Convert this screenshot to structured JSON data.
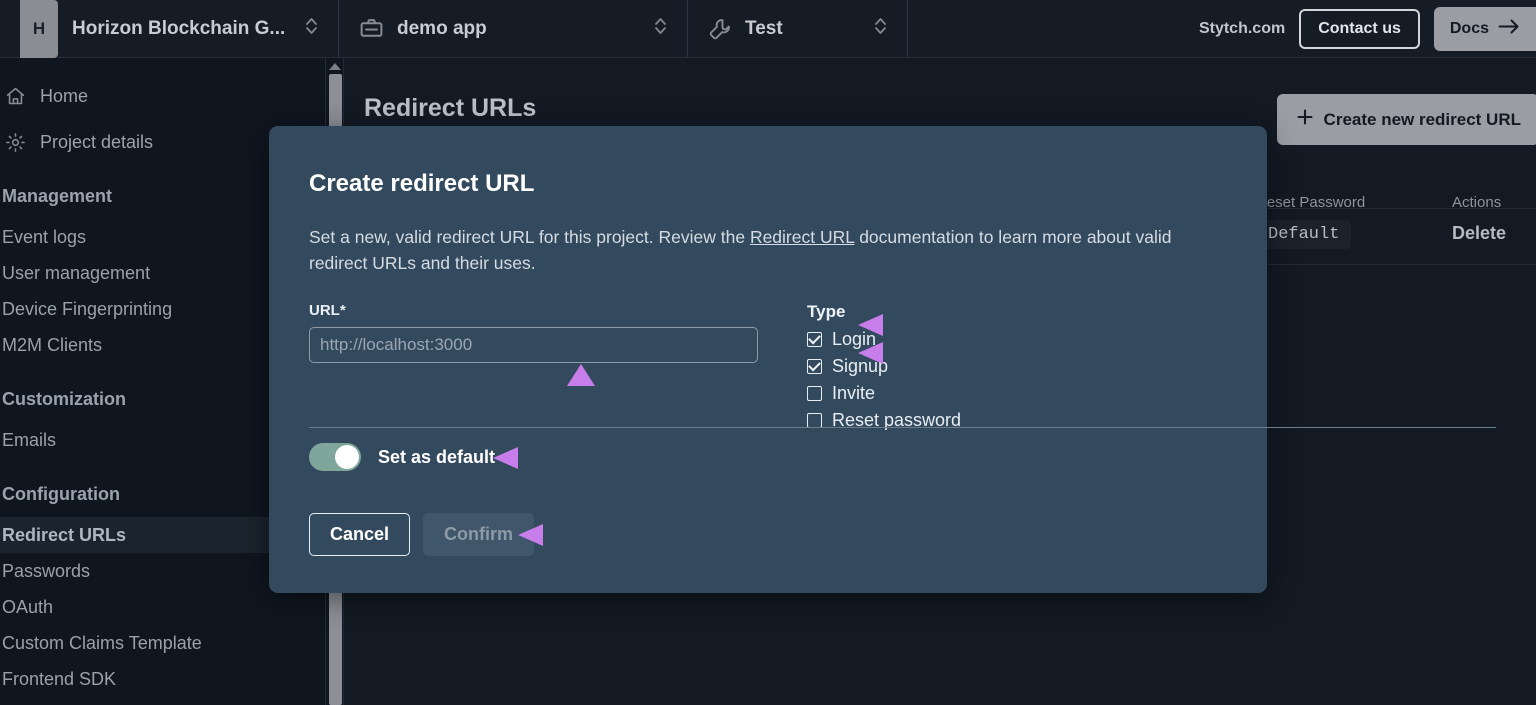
{
  "topbar": {
    "logo_initial": "H",
    "project_name": "Horizon Blockchain G...",
    "app_name": "demo app",
    "environment": "Test",
    "stytch_link": "Stytch.com",
    "contact_label": "Contact us",
    "docs_label": "Docs"
  },
  "sidebar": {
    "primary": [
      {
        "label": "Home",
        "icon": "home-icon"
      },
      {
        "label": "Project details",
        "icon": "gear-icon"
      }
    ],
    "sections": [
      {
        "title": "Management",
        "items": [
          "Event logs",
          "User management",
          "Device Fingerprinting",
          "M2M Clients"
        ]
      },
      {
        "title": "Customization",
        "items": [
          "Emails"
        ]
      },
      {
        "title": "Configuration",
        "items": [
          "Redirect URLs",
          "Passwords",
          "OAuth",
          "Custom Claims Template",
          "Frontend SDK"
        ]
      }
    ],
    "active_item": "Redirect URLs"
  },
  "main": {
    "page_title": "Redirect URLs",
    "create_button": "Create new redirect URL",
    "table": {
      "headers": [
        "Reset Password",
        "Actions"
      ],
      "rows": [
        {
          "reset_password": "Default",
          "action": "Delete"
        }
      ]
    }
  },
  "modal": {
    "title": "Create redirect URL",
    "description_before": "Set a new, valid redirect URL for this project. Review the ",
    "description_link": "Redirect URL",
    "description_after": " documentation to learn more about valid redirect URLs and their uses.",
    "url_label": "URL*",
    "url_value": "",
    "url_placeholder": "http://localhost:3000",
    "type_title": "Type",
    "types": [
      {
        "label": "Login",
        "checked": true
      },
      {
        "label": "Signup",
        "checked": true
      },
      {
        "label": "Invite",
        "checked": false
      },
      {
        "label": "Reset password",
        "checked": false
      }
    ],
    "toggle_label": "Set as default",
    "toggle_on": true,
    "cancel_label": "Cancel",
    "confirm_label": "Confirm",
    "confirm_disabled": true
  },
  "colors": {
    "page_bg": "#0f1620",
    "main_bg": "#131a24",
    "topbar_bg": "#151c26",
    "modal_bg": "#334a5e",
    "toggle_on": "#7fa69b",
    "annotation_arrow_start": "#c77dea",
    "annotation_arrow_end": "#2f66d0"
  }
}
